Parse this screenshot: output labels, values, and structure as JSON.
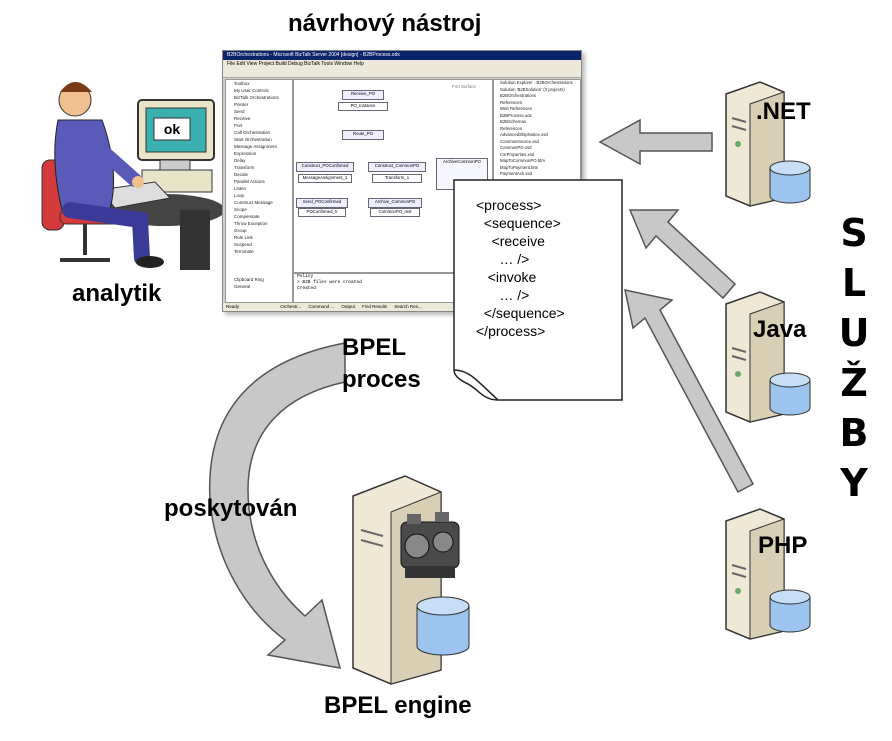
{
  "title": "návrhový nástroj",
  "analyst": {
    "label": "analytik",
    "monitor_text": "ok"
  },
  "bpel": {
    "line1": "BPEL",
    "line2": "proces"
  },
  "provided": "poskytován",
  "engine": "BPEL engine",
  "services": {
    "vertical_label": [
      "S",
      "L",
      "U",
      "Ž",
      "B",
      "Y"
    ],
    "net": ".NET",
    "java": "Java",
    "php": "PHP"
  },
  "bpel_code": [
    "<process>",
    "  <sequence>",
    "    <receive",
    "      … />",
    "   <invoke",
    "      … />",
    "  </sequence>",
    "</process>"
  ],
  "ide": {
    "window_title": "B2BOrchestrations - Microsoft BizTalk Server 2004 [design] - B2BProcess.odx",
    "menu": "File  Edit  View  Project  Build  Debug  BizTalk  Tools  Window  Help",
    "toolbox_items": [
      "Toolbox",
      "My User Controls",
      "BizTalk Orchestrations",
      "Pointer",
      "Send",
      "Receive",
      "Port",
      "Call Orchestration",
      "Start Orchestration",
      "Message Assignment",
      "Expression",
      "Delay",
      "Transform",
      "Decide",
      "Parallel Actions",
      "Listen",
      "Loop",
      "Construct Message",
      "Scope",
      "Compensate",
      "Throw Exception",
      "Group",
      "Role Link",
      "Suspend",
      "Terminate",
      "",
      "",
      "",
      "Clipboard Ring",
      "General"
    ],
    "shapes": [
      "Receive_PO",
      "PO_Instance",
      "Route_PO",
      "Construct_POConfirmed",
      "MessageAssignment_1",
      "Construct_CommonPO",
      "Transform_1",
      "Send_POConfirmed",
      "POConfirmed_Ir",
      "Archive_CommonPO",
      "CommonPO_Inst",
      "ArchiveCommonPO",
      "Port Surface"
    ],
    "solution_items": [
      "Solution Explorer - B2BOrchestrations",
      "Solution 'B2BSolution' (3 projects)",
      "B2BOrchestrations",
      "References",
      "Web References",
      "B2BProcess.odx",
      "B2BSchemas",
      "References",
      "AdvancedShipNotice.xsd",
      "CommonInvoice.xsd",
      "CommonPO.xsd",
      "CsrProperties.xsd",
      "MapToCommonPO.btm",
      "MapToPayment.btm",
      "PaymentAck.xsd"
    ],
    "output_lines": [
      "Policy",
      "> B2B files were created",
      "Created"
    ],
    "status": "Ready",
    "tabs": [
      "Orchestr...",
      "Command ...",
      "Output",
      "Find Results",
      "Search Res..."
    ]
  },
  "colors": {
    "arrow_fill": "#c8c8c8",
    "arrow_stroke": "#555555",
    "server_body": "#efe8d4",
    "db_blue": "#9cc4ee"
  }
}
